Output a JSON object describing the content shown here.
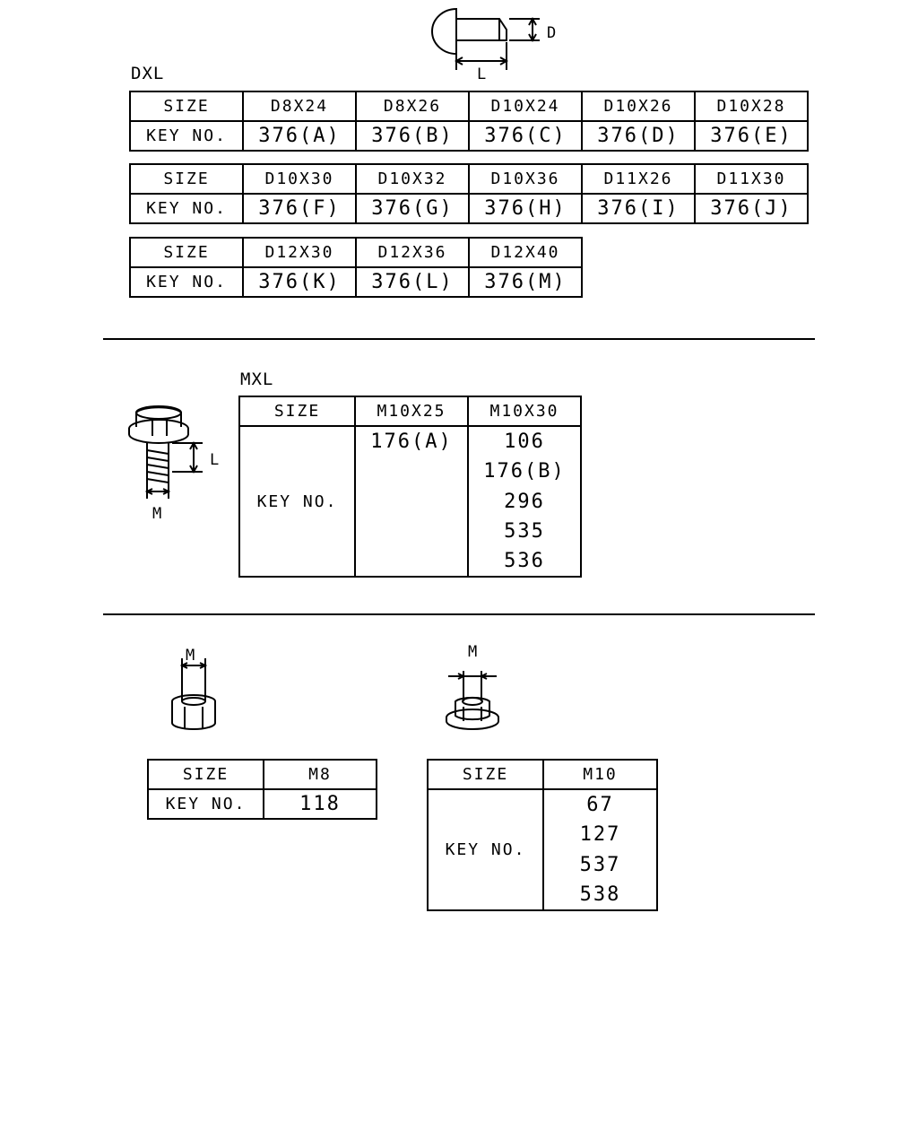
{
  "dxl": {
    "title": "DXL",
    "dim_d": "D",
    "dim_l": "L",
    "tables": [
      {
        "size_label": "SIZE",
        "key_label": "KEY NO.",
        "sizes": [
          "D8X24",
          "D8X26",
          "D10X24",
          "D10X26",
          "D10X28"
        ],
        "keys": [
          "376(A)",
          "376(B)",
          "376(C)",
          "376(D)",
          "376(E)"
        ]
      },
      {
        "size_label": "SIZE",
        "key_label": "KEY NO.",
        "sizes": [
          "D10X30",
          "D10X32",
          "D10X36",
          "D11X26",
          "D11X30"
        ],
        "keys": [
          "376(F)",
          "376(G)",
          "376(H)",
          "376(I)",
          "376(J)"
        ]
      },
      {
        "size_label": "SIZE",
        "key_label": "KEY NO.",
        "sizes": [
          "D12X30",
          "D12X36",
          "D12X40"
        ],
        "keys": [
          "376(K)",
          "376(L)",
          "376(M)"
        ]
      }
    ]
  },
  "mxl": {
    "title": "MXL",
    "dim_l": "L",
    "dim_m": "M",
    "size_label": "SIZE",
    "key_label": "KEY NO.",
    "sizes": [
      "M10X25",
      "M10X30"
    ],
    "col1_keys": [
      "176(A)"
    ],
    "col2_keys": [
      "106",
      "176(B)",
      "296",
      "535",
      "536"
    ]
  },
  "nuts": {
    "nut1": {
      "dim_m": "M",
      "size_label": "SIZE",
      "key_label": "KEY NO.",
      "size": "M8",
      "key": "118"
    },
    "nut2": {
      "dim_m": "M",
      "size_label": "SIZE",
      "key_label": "KEY NO.",
      "size": "M10",
      "keys": [
        "67",
        "127",
        "537",
        "538"
      ]
    }
  }
}
